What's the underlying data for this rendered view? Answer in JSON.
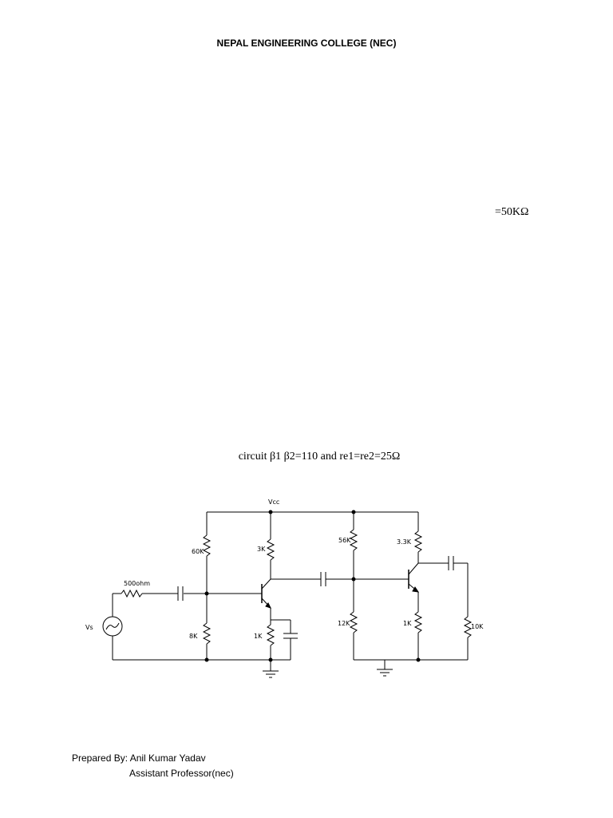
{
  "document": {
    "header": "NEPAL ENGINEERING COLLEGE (NEC)",
    "input_resistance_fragment": "=50KΩ",
    "circuit_caption": "circuit β1  β2=110 and re1=re2=25Ω",
    "footer": {
      "prepared_by": "Prepared By: Anil Kumar Yadav",
      "designation": "Assistant Professor(nec)"
    }
  },
  "schematic": {
    "labels": {
      "vcc": "Vcc",
      "r1_upper": "60K",
      "rc1": "3K",
      "r1_lower": "8K",
      "re1": "1K",
      "rsource": "500ohm",
      "source": "Vs",
      "r2_upper": "56K",
      "rc2": "3.3K",
      "r2_lower": "12K",
      "re2": "1K",
      "rload": "10K"
    }
  }
}
